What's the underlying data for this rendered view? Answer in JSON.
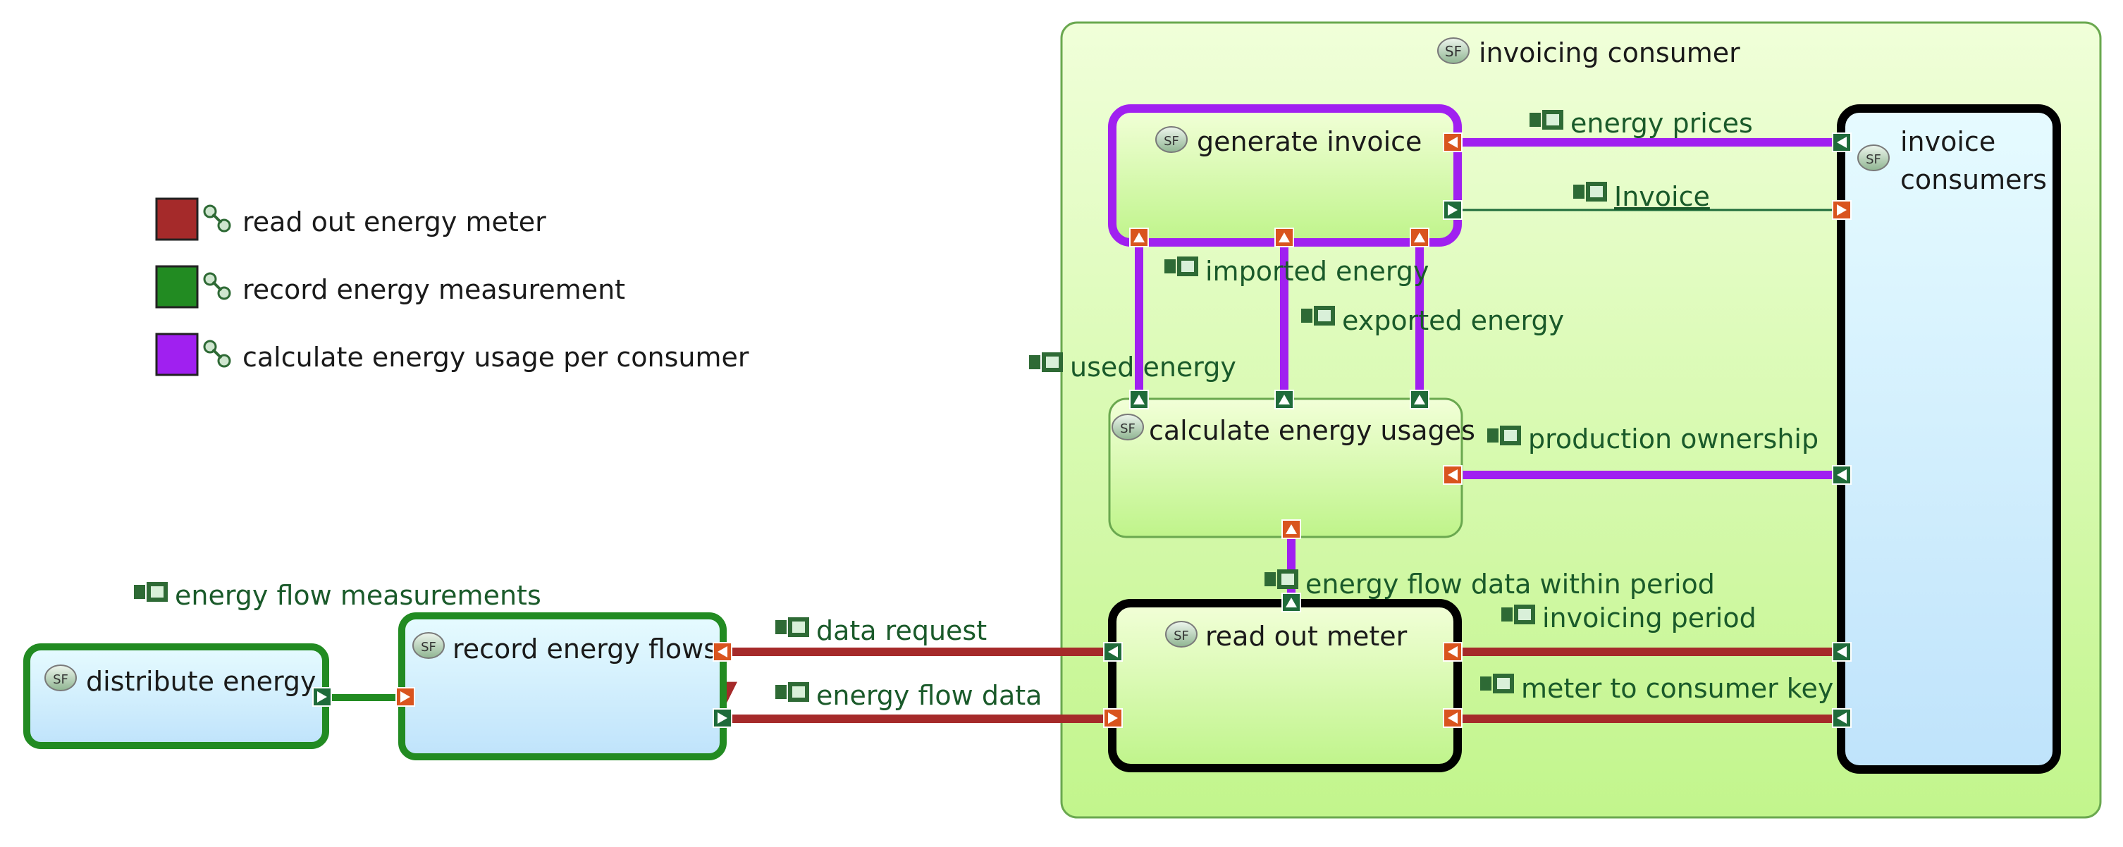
{
  "legend": {
    "items": [
      {
        "label": "read out energy meter",
        "color": "#a52a2a"
      },
      {
        "label": "record energy measurement",
        "color": "#228b22"
      },
      {
        "label": "calculate energy usage per consumer",
        "color": "#a020f0"
      }
    ]
  },
  "group": {
    "title": "invoicing consumer",
    "badge": "SF"
  },
  "functions": {
    "distribute": "distribute energy",
    "record": "record energy flows",
    "generate": "generate invoice",
    "calculate": "calculate energy usages",
    "readout": "read out meter",
    "consumers_line1": "invoice",
    "consumers_line2": "consumers",
    "badge": "SF"
  },
  "flows": {
    "measurements": "energy flow measurements",
    "data_request": "data request",
    "energy_flow_data": "energy flow data",
    "energy_prices": "energy prices",
    "invoice": "Invoice",
    "imported": "imported energy",
    "exported": "exported energy",
    "used": "used energy",
    "production": "production ownership",
    "within_period": "energy flow data within period",
    "invoicing_period": "invoicing period",
    "meter_key": "meter to consumer key"
  },
  "colors": {
    "red": "#a52a2a",
    "green": "#228b22",
    "purple": "#a020f0",
    "black": "#000000",
    "port_orange": "#d9541e",
    "port_green": "#1f6b3a",
    "label_text": "#1a5a2a"
  }
}
